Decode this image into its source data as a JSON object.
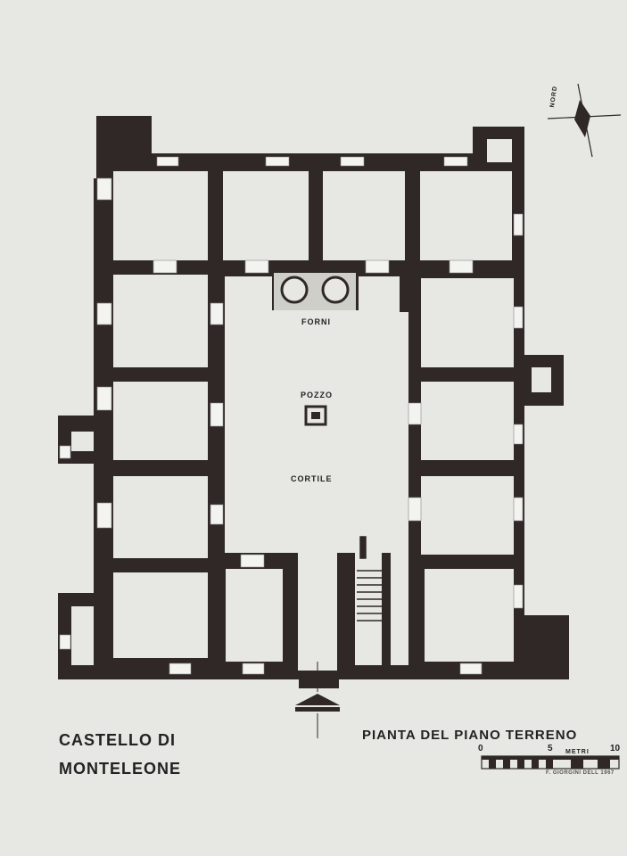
{
  "plan_title": "PIANTA DEL PIANO TERRENO",
  "castle_name_line1": "CASTELLO DI",
  "castle_name_line2": "MONTELEONE",
  "rooms": {
    "forni": "FORNI",
    "pozzo": "POZZO",
    "cortile": "CORTILE"
  },
  "compass_label": "NORD",
  "scale": {
    "unit_label": "METRI",
    "ticks": [
      "0",
      "5",
      "10"
    ],
    "credit": "F. GIORGINI DELL 1967"
  },
  "colors": {
    "paper": "#e7e8e3",
    "wall": "#2f2826",
    "window": "#f3f3ef",
    "text": "#222222"
  }
}
